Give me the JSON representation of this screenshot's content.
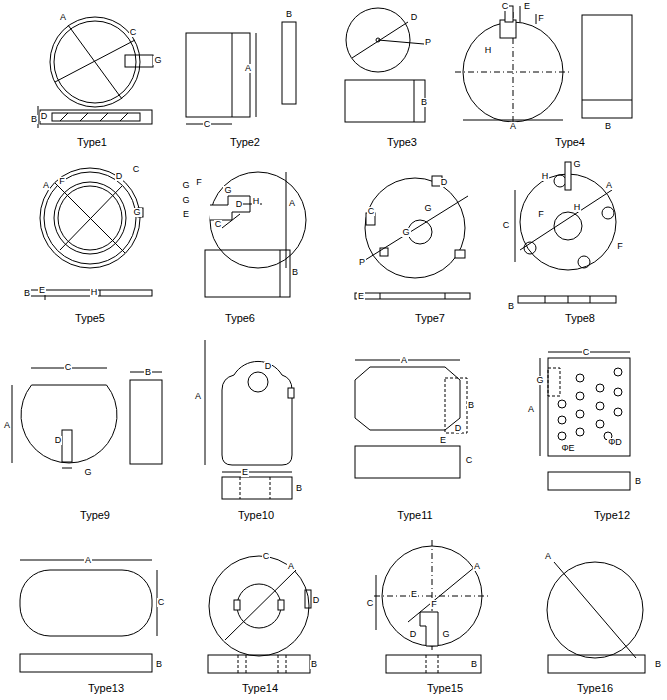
{
  "diagram": {
    "labels": [
      "A",
      "C",
      "G",
      "B",
      "D",
      "Type1",
      "B",
      "A",
      "C",
      "Type2",
      "D",
      "P",
      "B",
      "Type3",
      "C",
      "E",
      "F",
      "H",
      "A",
      "B",
      "Type4",
      "A",
      "F",
      "D",
      "C",
      "G",
      "B",
      "E",
      "H",
      "Type5",
      "G",
      "F",
      "G",
      "E",
      "G",
      "D",
      "H",
      "C",
      "A",
      "B",
      "Type6",
      "D",
      "C",
      "G",
      "G",
      "P",
      "E",
      "Type7",
      "H",
      "G",
      "A",
      "C",
      "F",
      "H",
      "F",
      "B",
      "Type8",
      "C",
      "B",
      "A",
      "D",
      "G",
      "Type9",
      "A",
      "D",
      "E",
      "B",
      "Type10",
      "A",
      "B",
      "D",
      "E",
      "C",
      "Type11",
      "C",
      "G",
      "A",
      "ΦD",
      "ΦE",
      "B",
      "Type12",
      "A",
      "C",
      "B",
      "Type13",
      "C",
      "A",
      "D",
      "B",
      "Type14",
      "A",
      "C",
      "E",
      "F",
      "D",
      "G",
      "B",
      "Type15",
      "A",
      "B",
      "Type16"
    ]
  }
}
